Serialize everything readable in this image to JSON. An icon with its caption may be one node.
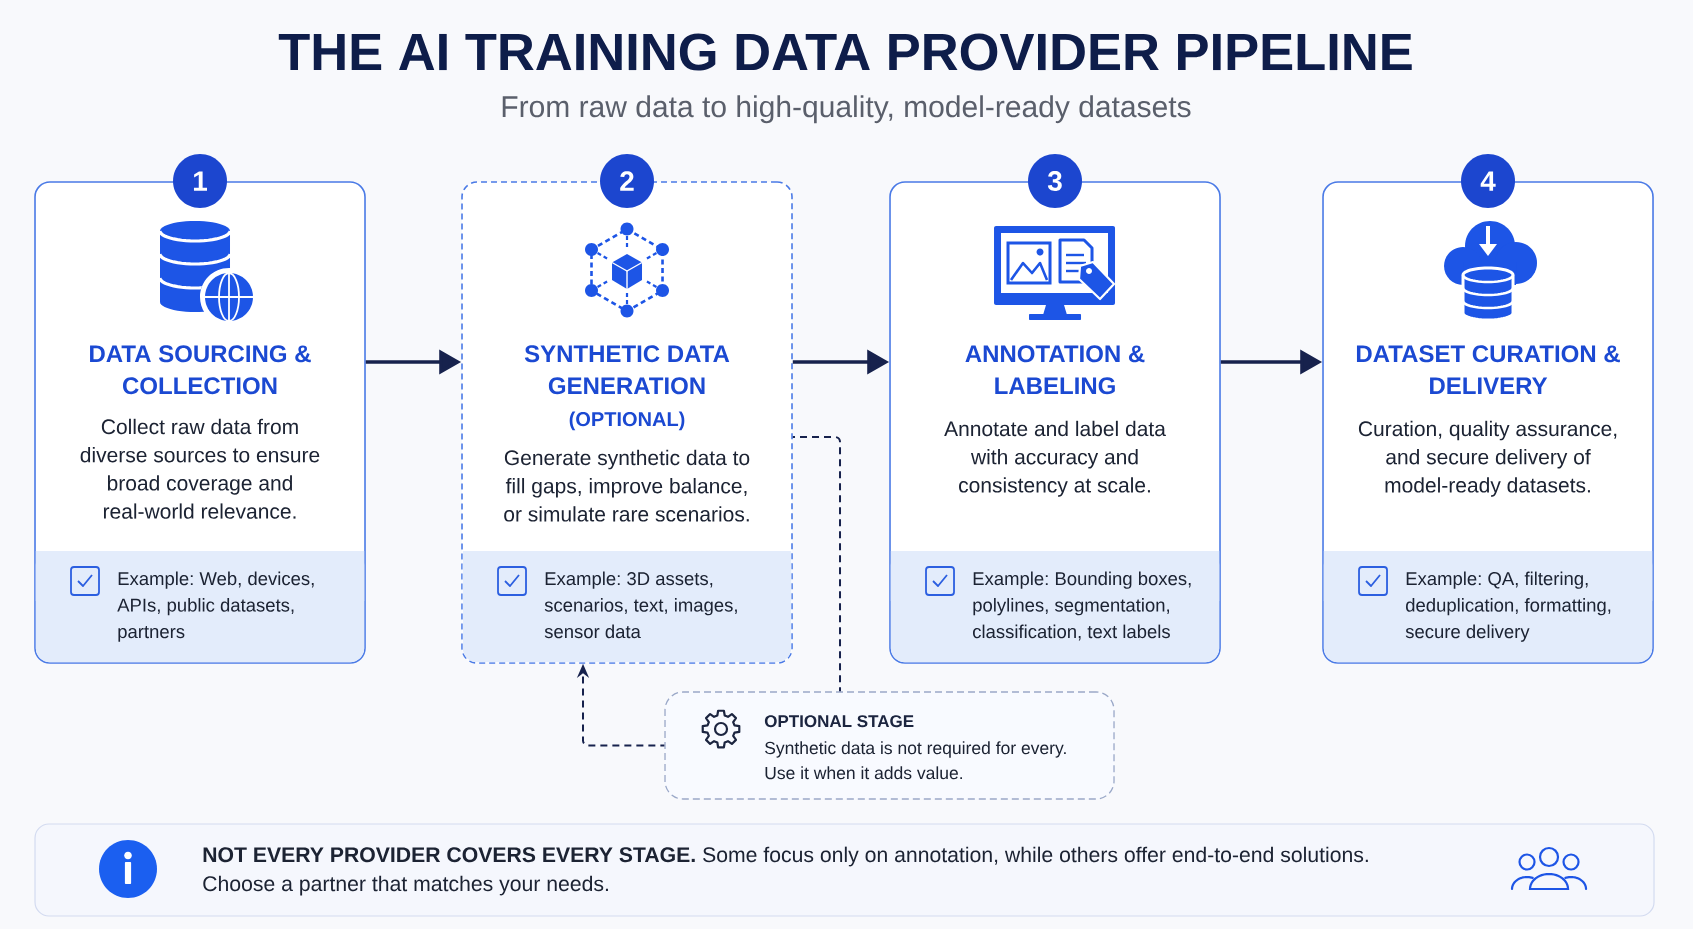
{
  "diagram": {
    "title": "THE AI TRAINING DATA PROVIDER PIPELINE",
    "nodes": [
      {
        "text": [
          "1"
        ]
      },
      {
        "text": [
          "DATA SOURCING & COLLECTION",
          "Collect raw data from diverse sources to ensure broad coverage and real-world relevance."
        ]
      },
      {
        "text": [
          "Example: Web, devices, APIs, public datasets, partners"
        ],
        "in": 1
      },
      {
        "text": [
          "2"
        ]
      },
      {
        "text": [
          "SYNTHETIC DATA GENERATION",
          "(OPTIONAL)",
          "Generate synthetic data to fill gaps, improve balance, or simulate rare scenarios."
        ]
      },
      {
        "text": [
          "Example: 3D assets, scenarios, text, images, sensor data"
        ],
        "in": 4
      },
      {
        "text": [
          "3"
        ]
      },
      {
        "text": [
          "ANNOTATION & LABELING",
          "Annotate and label data with accuracy and consistency at scale."
        ]
      },
      {
        "text": [
          "Example: Bounding boxes, polylines, segmentation, classification, text labels"
        ],
        "in": 7
      },
      {
        "text": [
          "4"
        ]
      },
      {
        "text": [
          "DATASET CURATION & DELIVERY",
          "Curation, quality assurance, and secure delivery of model-ready datasets."
        ]
      },
      {
        "text": [
          "Example: QA, filtering, deduplication, formatting, secure delivery"
        ],
        "in": 10
      },
      {
        "text": [
          "OPTIONAL STAGE",
          "Synthetic data is not required for every. Use it when it adds value."
        ]
      },
      {
        "text": [
          "**NOT EVERY PROVIDER COVERS EVERY STAGE.** Some focus only on annotation, while others offer end-to-end solutions. Choose a partner that matches your needs."
        ]
      }
    ],
    "edges": [
      {
        "from": 1,
        "to": 4,
        "arrow": "to"
      },
      {
        "from": 4,
        "to": 7,
        "arrow": "to"
      },
      {
        "from": 7,
        "to": 10,
        "arrow": "to"
      },
      {
        "from": 12,
        "to": 4,
        "arrow": "to",
        "style": "dashed"
      },
      {
        "from": 12,
        "to": 4,
        "arrow": "none",
        "style": "dashed"
      }
    ],
    "labels": [
      "From raw data to high-quality, model-ready datasets"
    ]
  }
}
